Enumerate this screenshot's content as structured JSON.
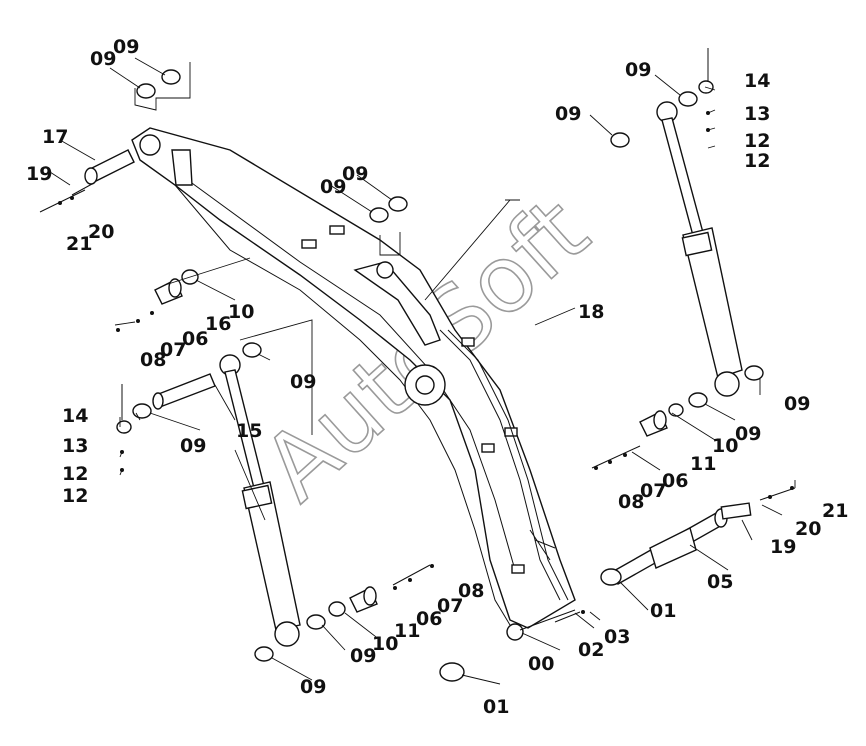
{
  "watermark": "AutoSoft",
  "callouts": [
    {
      "id": "c01",
      "text": "09"
    },
    {
      "id": "c02",
      "text": "09"
    },
    {
      "id": "c03",
      "text": "17"
    },
    {
      "id": "c04",
      "text": "19"
    },
    {
      "id": "c05",
      "text": "21"
    },
    {
      "id": "c06",
      "text": "20"
    },
    {
      "id": "c07",
      "text": "09"
    },
    {
      "id": "c08",
      "text": "09"
    },
    {
      "id": "c09",
      "text": "16"
    },
    {
      "id": "c10",
      "text": "10"
    },
    {
      "id": "c11",
      "text": "08"
    },
    {
      "id": "c12",
      "text": "07"
    },
    {
      "id": "c13",
      "text": "06"
    },
    {
      "id": "c14",
      "text": "09"
    },
    {
      "id": "c15",
      "text": "14"
    },
    {
      "id": "c16",
      "text": "13"
    },
    {
      "id": "c17",
      "text": "12"
    },
    {
      "id": "c18",
      "text": "12"
    },
    {
      "id": "c19",
      "text": "09"
    },
    {
      "id": "c20",
      "text": "15"
    },
    {
      "id": "c21",
      "text": "09"
    },
    {
      "id": "c22",
      "text": "14"
    },
    {
      "id": "c23",
      "text": "13"
    },
    {
      "id": "c24",
      "text": "12"
    },
    {
      "id": "c25",
      "text": "12"
    },
    {
      "id": "c26",
      "text": "09"
    },
    {
      "id": "c27",
      "text": "18"
    },
    {
      "id": "c28",
      "text": "09"
    },
    {
      "id": "c29",
      "text": "10"
    },
    {
      "id": "c30",
      "text": "09"
    },
    {
      "id": "c31",
      "text": "11"
    },
    {
      "id": "c32",
      "text": "08"
    },
    {
      "id": "c33",
      "text": "07"
    },
    {
      "id": "c34",
      "text": "06"
    },
    {
      "id": "c35",
      "text": "21"
    },
    {
      "id": "c36",
      "text": "20"
    },
    {
      "id": "c37",
      "text": "19"
    },
    {
      "id": "c38",
      "text": "05"
    },
    {
      "id": "c39",
      "text": "08"
    },
    {
      "id": "c40",
      "text": "07"
    },
    {
      "id": "c41",
      "text": "06"
    },
    {
      "id": "c42",
      "text": "11"
    },
    {
      "id": "c43",
      "text": "10"
    },
    {
      "id": "c44",
      "text": "09"
    },
    {
      "id": "c45",
      "text": "01"
    },
    {
      "id": "c46",
      "text": "03"
    },
    {
      "id": "c47",
      "text": "02"
    },
    {
      "id": "c48",
      "text": "00"
    },
    {
      "id": "c49",
      "text": "09"
    },
    {
      "id": "c50",
      "text": "01"
    }
  ]
}
